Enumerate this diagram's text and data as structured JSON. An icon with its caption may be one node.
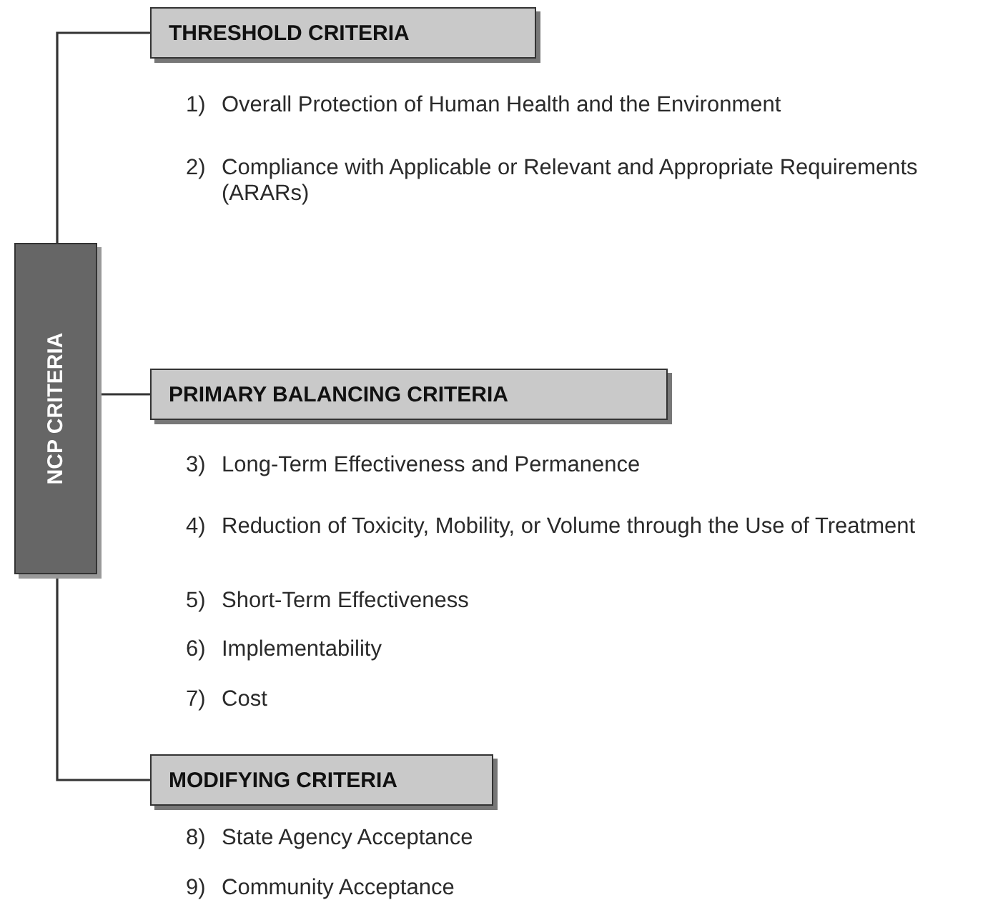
{
  "diagram": {
    "nodes": [
      {
        "text": [
          "NCP CRITERIA"
        ]
      },
      {
        "text": [
          "THRESHOLD CRITERIA"
        ]
      },
      {
        "text": [
          "PRIMARY BALANCING CRITERIA"
        ]
      },
      {
        "text": [
          "MODIFYING CRITERIA"
        ]
      }
    ],
    "edges": [
      {
        "from": 0,
        "to": 1,
        "arrow": "none"
      },
      {
        "from": 0,
        "to": 2,
        "arrow": "none"
      },
      {
        "from": 0,
        "to": 3,
        "arrow": "none"
      }
    ],
    "labels": [
      "1)",
      "Overall Protection of Human Health and the Environment",
      "2)",
      "Compliance with Applicable or Relevant and Appropriate Requirements (ARARs)",
      "3)",
      "Long-Term Effectiveness and Permanence",
      "4)",
      "Reduction of Toxicity, Mobility, or Volume through the Use of Treatment",
      "5)",
      "Short-Term Effectiveness",
      "6)",
      "Implementability",
      "7)",
      "Cost",
      "8)",
      "State Agency Acceptance",
      "9)",
      "Community Acceptance"
    ]
  }
}
